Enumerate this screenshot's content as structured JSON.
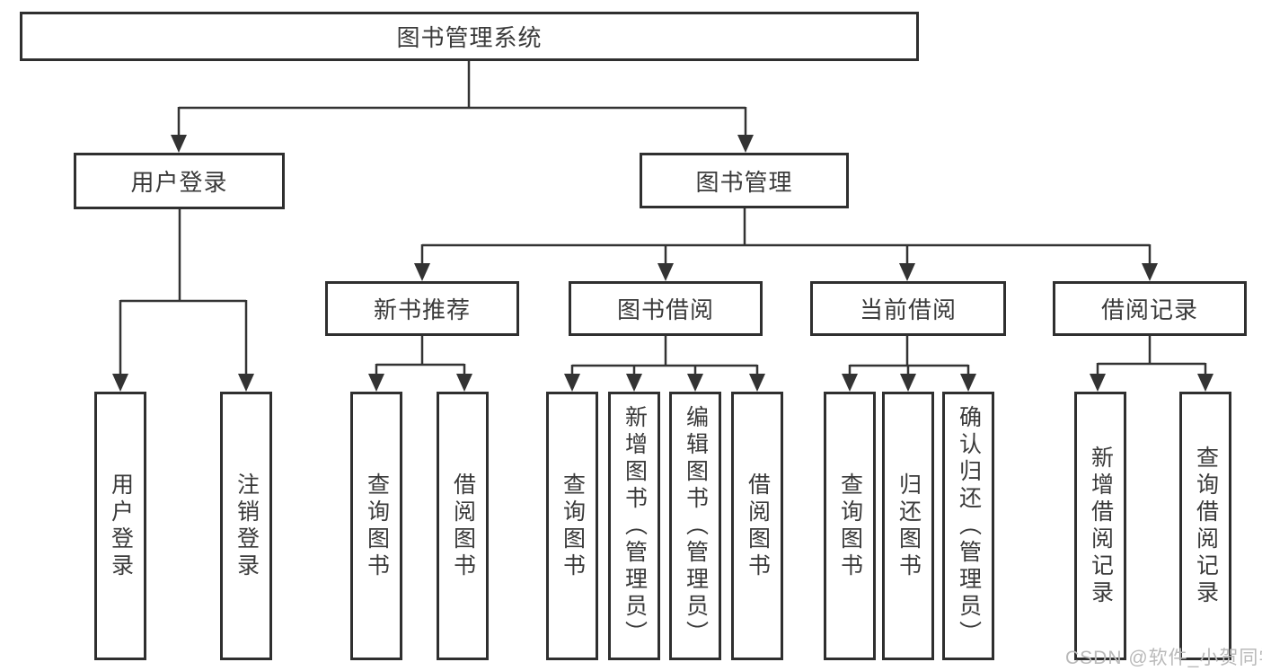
{
  "page": {
    "background": "#ffffff",
    "line_color": "#333333",
    "border_color": "#2f2f2f",
    "text_color": "#3a3a3a",
    "watermark": {
      "text": "CSDN @软件_小贺同学",
      "color": "#b9b9b9"
    }
  },
  "tree": {
    "label": "图书管理系统",
    "children": [
      {
        "label": "用户登录",
        "children": [
          {
            "label": "用户登录"
          },
          {
            "label": "注销登录"
          }
        ]
      },
      {
        "label": "图书管理",
        "children": [
          {
            "label": "新书推荐",
            "children": [
              {
                "label": "查询图书"
              },
              {
                "label": "借阅图书"
              }
            ]
          },
          {
            "label": "图书借阅",
            "children": [
              {
                "label": "查询图书"
              },
              {
                "label": "新增图书（管理员）"
              },
              {
                "label": "编辑图书（管理员）"
              },
              {
                "label": "借阅图书"
              }
            ]
          },
          {
            "label": "当前借阅",
            "children": [
              {
                "label": "查询图书"
              },
              {
                "label": "归还图书"
              },
              {
                "label": "确认归还（管理员）"
              }
            ]
          },
          {
            "label": "借阅记录",
            "children": [
              {
                "label": "新增借阅记录"
              },
              {
                "label": "查询借阅记录"
              }
            ]
          }
        ]
      }
    ]
  }
}
